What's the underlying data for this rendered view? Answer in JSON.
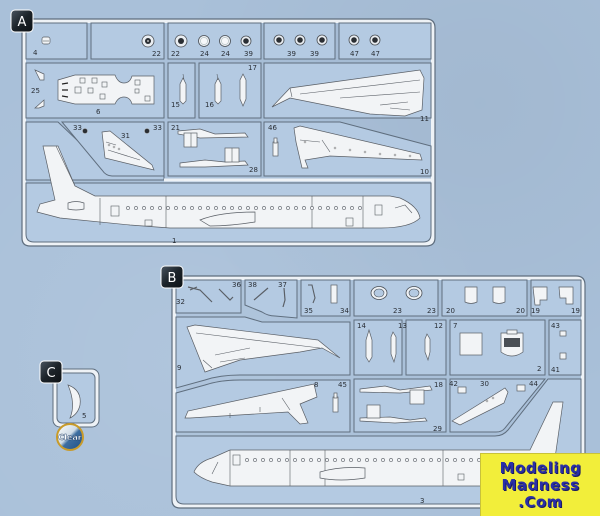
{
  "diagram": {
    "type": "model-kit-sprue-layout",
    "sprues": [
      {
        "letter": "A",
        "parts": {
          "p4": "4",
          "p22a": "22",
          "p22b": "22",
          "p24a": "24",
          "p24b": "24",
          "p39a": "39",
          "p39b": "39",
          "p39c": "39",
          "p47a": "47",
          "p47b": "47",
          "p25": "25",
          "p6": "6",
          "p15": "15",
          "p16": "16",
          "p17": "17",
          "p11": "11",
          "p33a": "33",
          "p31": "31",
          "p33b": "33",
          "p21": "21",
          "p28": "28",
          "p46": "46",
          "p10": "10",
          "p1": "1"
        }
      },
      {
        "letter": "B",
        "parts": {
          "p32": "32",
          "p36": "36",
          "p38": "38",
          "p37": "37",
          "p35": "35",
          "p34": "34",
          "p23a": "23",
          "p23b": "23",
          "p20a": "20",
          "p20b": "20",
          "p19a": "19",
          "p19b": "19",
          "p9": "9",
          "p14": "14",
          "p13": "13",
          "p12": "12",
          "p7": "7",
          "p2": "2",
          "p43": "43",
          "p41": "41",
          "p8": "8",
          "p45": "45",
          "p18": "18",
          "p29": "29",
          "p42": "42",
          "p30": "30",
          "p44": "44",
          "p3": "3"
        }
      },
      {
        "letter": "C",
        "material": "Clear",
        "parts": {
          "p5": "5"
        }
      }
    ]
  },
  "watermark": {
    "line1": "Modeling",
    "line2": "Madness",
    "line3": ".Com",
    "bg_color": "#f2ee3a",
    "text_color": "#2a2fa8"
  },
  "colors": {
    "background": "#a9c0d9",
    "cell": "#b4cae2",
    "part": "#f2f4f6",
    "badge": "#1c2329"
  }
}
